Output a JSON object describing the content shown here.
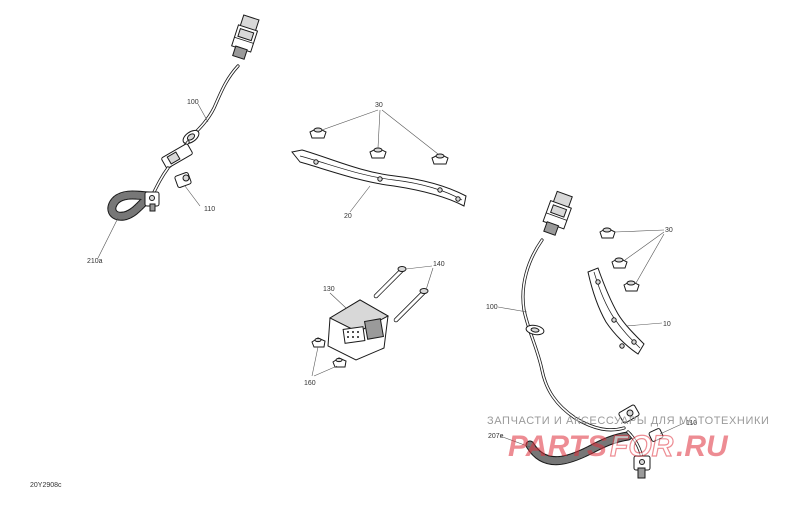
{
  "labels": {
    "upper_left_harness": "100",
    "upper_left_harness_sensor": "110",
    "upper_left_harness_corrugated": "210a",
    "top_nuts": "30",
    "top_bracket": "20",
    "block_module": "130",
    "pins": "140",
    "block_nuts": "160",
    "right_harness": "100",
    "right_nuts": "30",
    "right_bracket": "10",
    "right_harness_corrugated": "207e",
    "right_harness_sensor": "110"
  },
  "drawing_code": "20Y2908c",
  "watermark": {
    "text": "ЗАПЧАСТИ И АКСЕССУАРЫ ДЛЯ МОТОТЕХНИКИ",
    "brand_left": "PARTS",
    "brand_right": "FOR",
    "brand_domain": ".RU",
    "brand_color": "#e0303c"
  }
}
